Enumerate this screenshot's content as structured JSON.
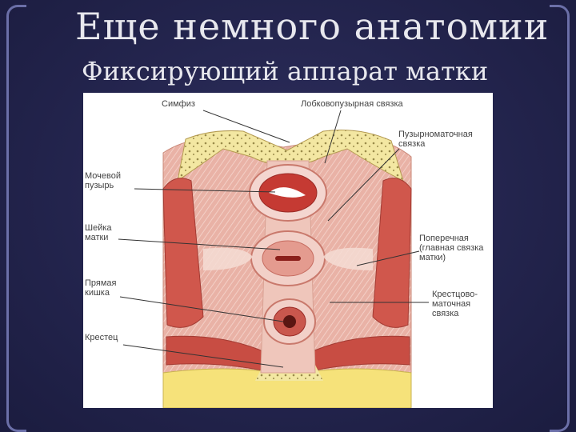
{
  "slide": {
    "title": "Еще немного анатомии",
    "subtitle": "Фиксирующий аппарат матки"
  },
  "figure": {
    "labels": {
      "symphysis": "Симфиз",
      "pubovesical": "Лобковопузырная связка",
      "vesicouterine": "Пузырноматочная связка",
      "bladder": "Мочевой пузырь",
      "cervix": "Шейка матки",
      "transverse": "Поперечная (главная связка матки)",
      "rectum": "Прямая кишка",
      "sacrouterine": "Крестцово-маточная связка",
      "sacrum": "Крестец"
    }
  }
}
